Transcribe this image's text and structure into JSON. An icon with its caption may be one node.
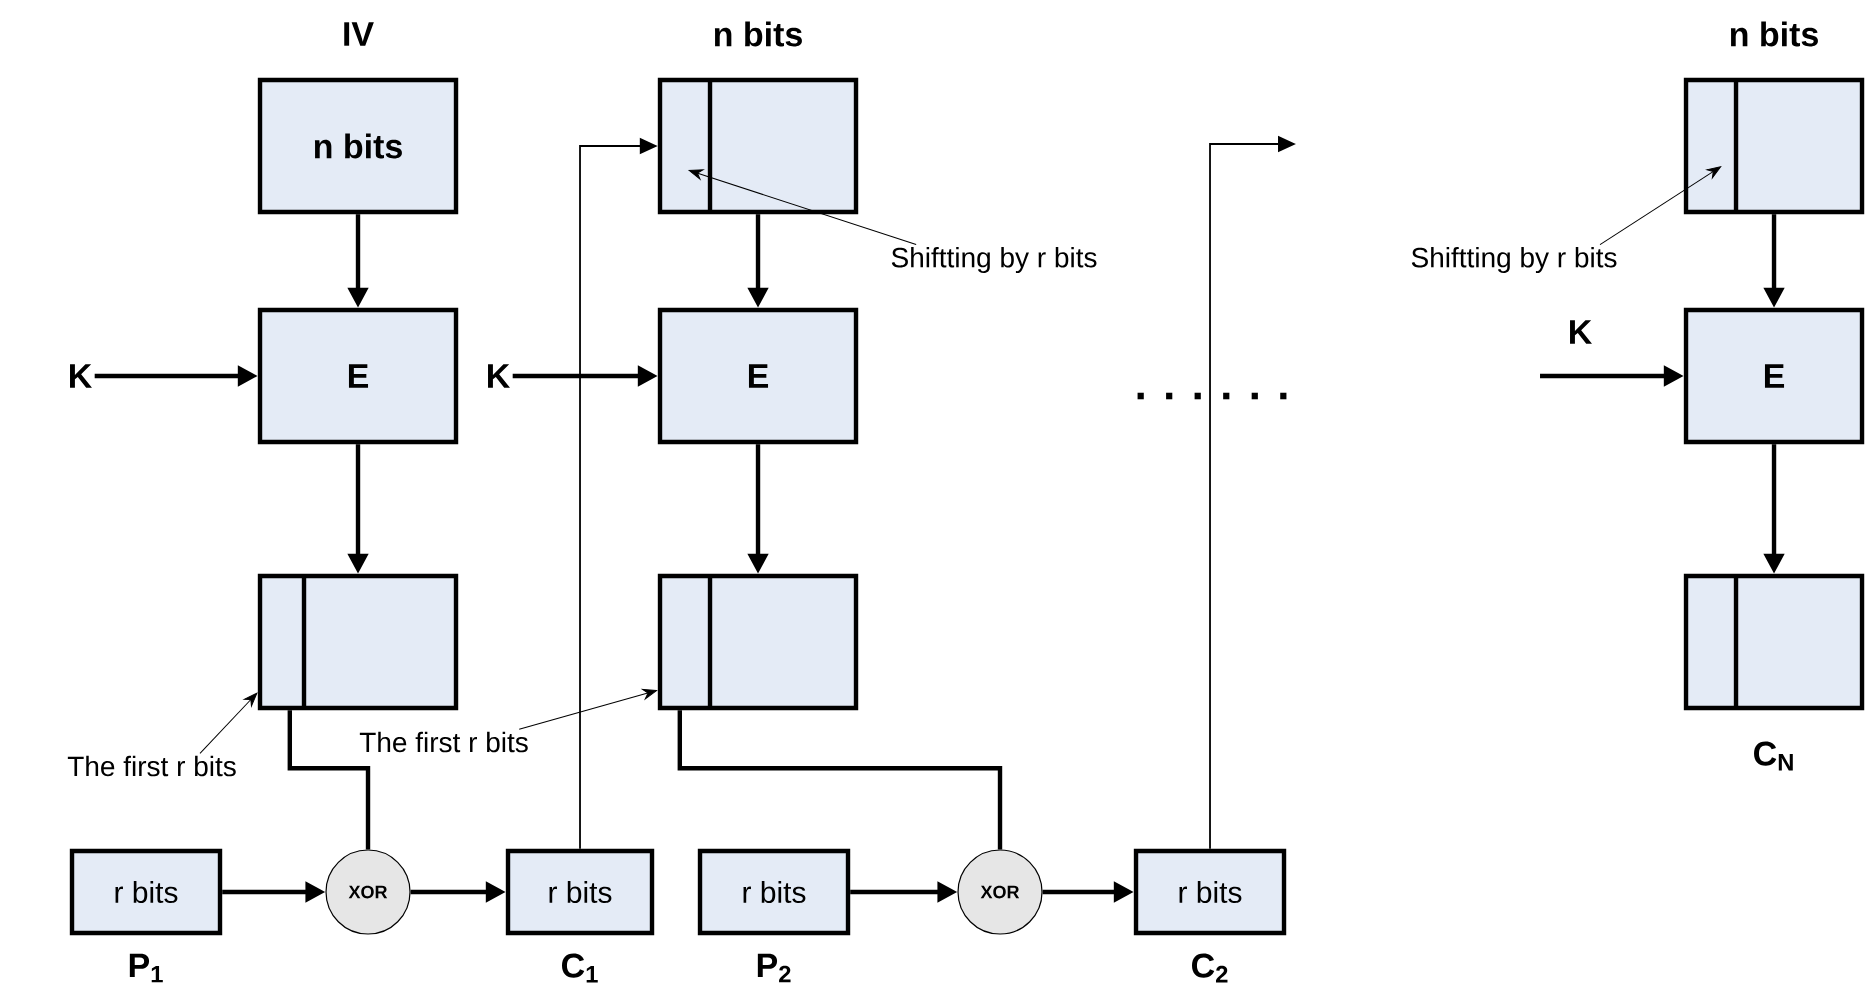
{
  "diagram": {
    "nodes": [
      {
        "text": [
          "n bits"
        ],
        "beside": [
          "IV"
        ]
      },
      {
        "text": [
          "E"
        ]
      },
      {
        "text": [],
        "shape": "box"
      },
      {
        "text": [
          "r bits"
        ],
        "beside": [
          "P$_{1}$"
        ]
      },
      {
        "text": [
          "XOR"
        ]
      },
      {
        "text": [
          "r bits"
        ],
        "beside": [
          "C$_{1}$"
        ]
      },
      {
        "text": [],
        "shape": "box",
        "beside": [
          "n bits"
        ]
      },
      {
        "text": [
          "E"
        ]
      },
      {
        "text": [],
        "shape": "box"
      },
      {
        "text": [
          "r bits"
        ],
        "beside": [
          "P$_{2}$"
        ]
      },
      {
        "text": [
          "XOR"
        ]
      },
      {
        "text": [
          "r bits"
        ],
        "beside": [
          "C$_{2}$"
        ]
      },
      {
        "text": [],
        "shape": "box",
        "beside": [
          "n bits"
        ]
      },
      {
        "text": [
          "E"
        ]
      },
      {
        "text": [],
        "shape": "box",
        "beside": [
          "C$_{N}$"
        ]
      },
      {
        "text": [
          "K"
        ]
      },
      {
        "text": [
          "K"
        ]
      },
      {
        "text": [
          "Shiftting by r bits"
        ]
      },
      {
        "text": [
          "Shiftting by r bits"
        ]
      },
      {
        "text": [
          "The first r bits"
        ]
      },
      {
        "text": [
          "The first r bits"
        ]
      }
    ],
    "edges": [
      {
        "from": 0,
        "to": 1,
        "arrow": "to"
      },
      {
        "from": 15,
        "to": 1,
        "arrow": "to"
      },
      {
        "from": 1,
        "to": 2,
        "arrow": "to"
      },
      {
        "from": 3,
        "to": 4,
        "arrow": "to"
      },
      {
        "from": 2,
        "to": 4,
        "arrow": "none"
      },
      {
        "from": 4,
        "to": 5,
        "arrow": "to"
      },
      {
        "from": 5,
        "to": 6,
        "arrow": "to"
      },
      {
        "from": 6,
        "to": 7,
        "arrow": "to"
      },
      {
        "from": 16,
        "to": 7,
        "arrow": "to"
      },
      {
        "from": 7,
        "to": 8,
        "arrow": "to"
      },
      {
        "from": 9,
        "to": 10,
        "arrow": "to"
      },
      {
        "from": 8,
        "to": 10,
        "arrow": "none"
      },
      {
        "from": 10,
        "to": 11,
        "arrow": "to"
      },
      {
        "from": 11,
        "to": null,
        "arrow": "to"
      },
      {
        "from": 12,
        "to": 13,
        "arrow": "to"
      },
      {
        "from": null,
        "to": 13,
        "arrow": "to"
      },
      {
        "from": 13,
        "to": 14,
        "arrow": "to"
      },
      {
        "from": 17,
        "to": 6,
        "arrow": "to"
      },
      {
        "from": 18,
        "to": 12,
        "arrow": "to"
      },
      {
        "from": 19,
        "to": 2,
        "arrow": "to"
      },
      {
        "from": 20,
        "to": 8,
        "arrow": "to"
      }
    ],
    "labels": [
      "K",
      ". . . . . ."
    ]
  }
}
